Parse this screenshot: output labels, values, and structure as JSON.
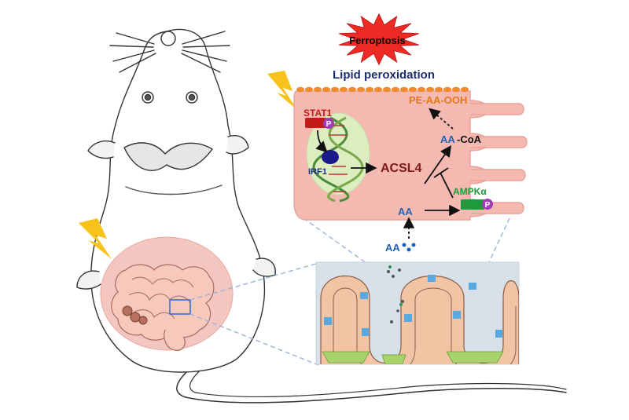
{
  "burst": {
    "label": "Ferroptosis",
    "fill": "#ee2a24",
    "text_color": "#000000"
  },
  "membrane": {
    "title": "Lipid peroxidation",
    "title_color": "#1c2e6e"
  },
  "cell": {
    "fill": "#f4b9b0",
    "edge": "#e9a297",
    "bead": "#f08a2a"
  },
  "nucleus": {
    "fill": "#dcedc0"
  },
  "labels": {
    "stat1": "STAT1",
    "irf1": "IRF1",
    "acsl4": "ACSL4",
    "pe_aa_ooh": "PE-AA-OOH",
    "aa_coa_aa": "AA",
    "aa_coa_coa": "-CoA",
    "ampk": "AMPKα",
    "aa_mid": "AA",
    "aa_outside": "AA",
    "phospho": "P"
  },
  "colors": {
    "stat1": "#c41a1a",
    "irf1": "#1c2e8a",
    "acsl4": "#7a1a1a",
    "pe_aa_ooh": "#e07a1a",
    "aa": "#1e64b4",
    "ampk": "#1e9a3c",
    "phospho": "#a33bb8",
    "lightning": "#f7c21a",
    "organ_disc": "#f3c6c0",
    "villus": "#f2c4a4",
    "villus_blue": "#5aa8e0",
    "villus_green": "#a7d36a"
  },
  "icons": [
    "lightning-bolt-icon",
    "phosphate-icon",
    "dna-helix-icon",
    "inhibition-bar-icon"
  ]
}
